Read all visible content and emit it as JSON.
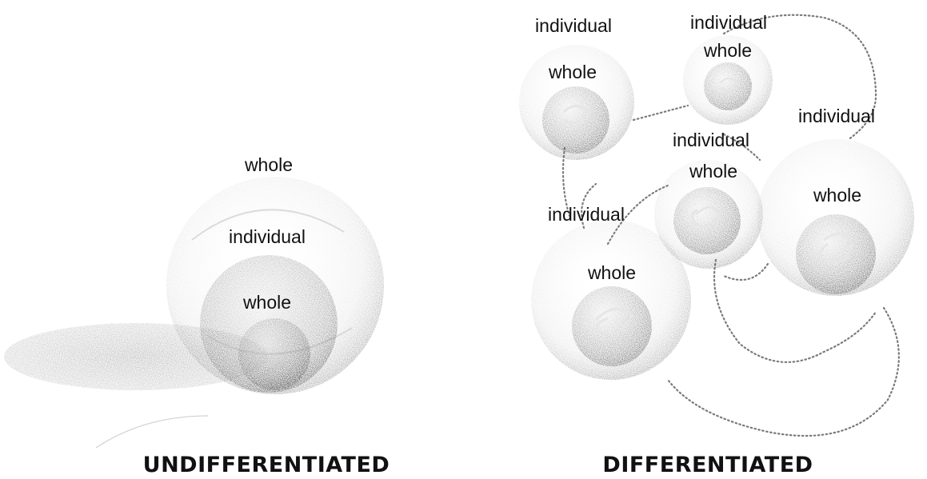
{
  "undifferentiated": {
    "caption": "UNDIFFERENTIATED",
    "outer_label": "whole",
    "middle_label": "individual",
    "inner_label": "whole"
  },
  "differentiated": {
    "caption": "DIFFERENTIATED",
    "nodes": [
      {
        "outer_label": "individual",
        "inner_label": "whole"
      },
      {
        "outer_label": "individual",
        "inner_label": "whole"
      },
      {
        "outer_label": "individual",
        "inner_label": "whole"
      },
      {
        "outer_label": "individual",
        "inner_label": "whole"
      },
      {
        "outer_label": "individual",
        "inner_label": "whole"
      }
    ]
  },
  "colors": {
    "ink": "#111111",
    "stipple": "#6e6e6e",
    "background": "#ffffff"
  }
}
